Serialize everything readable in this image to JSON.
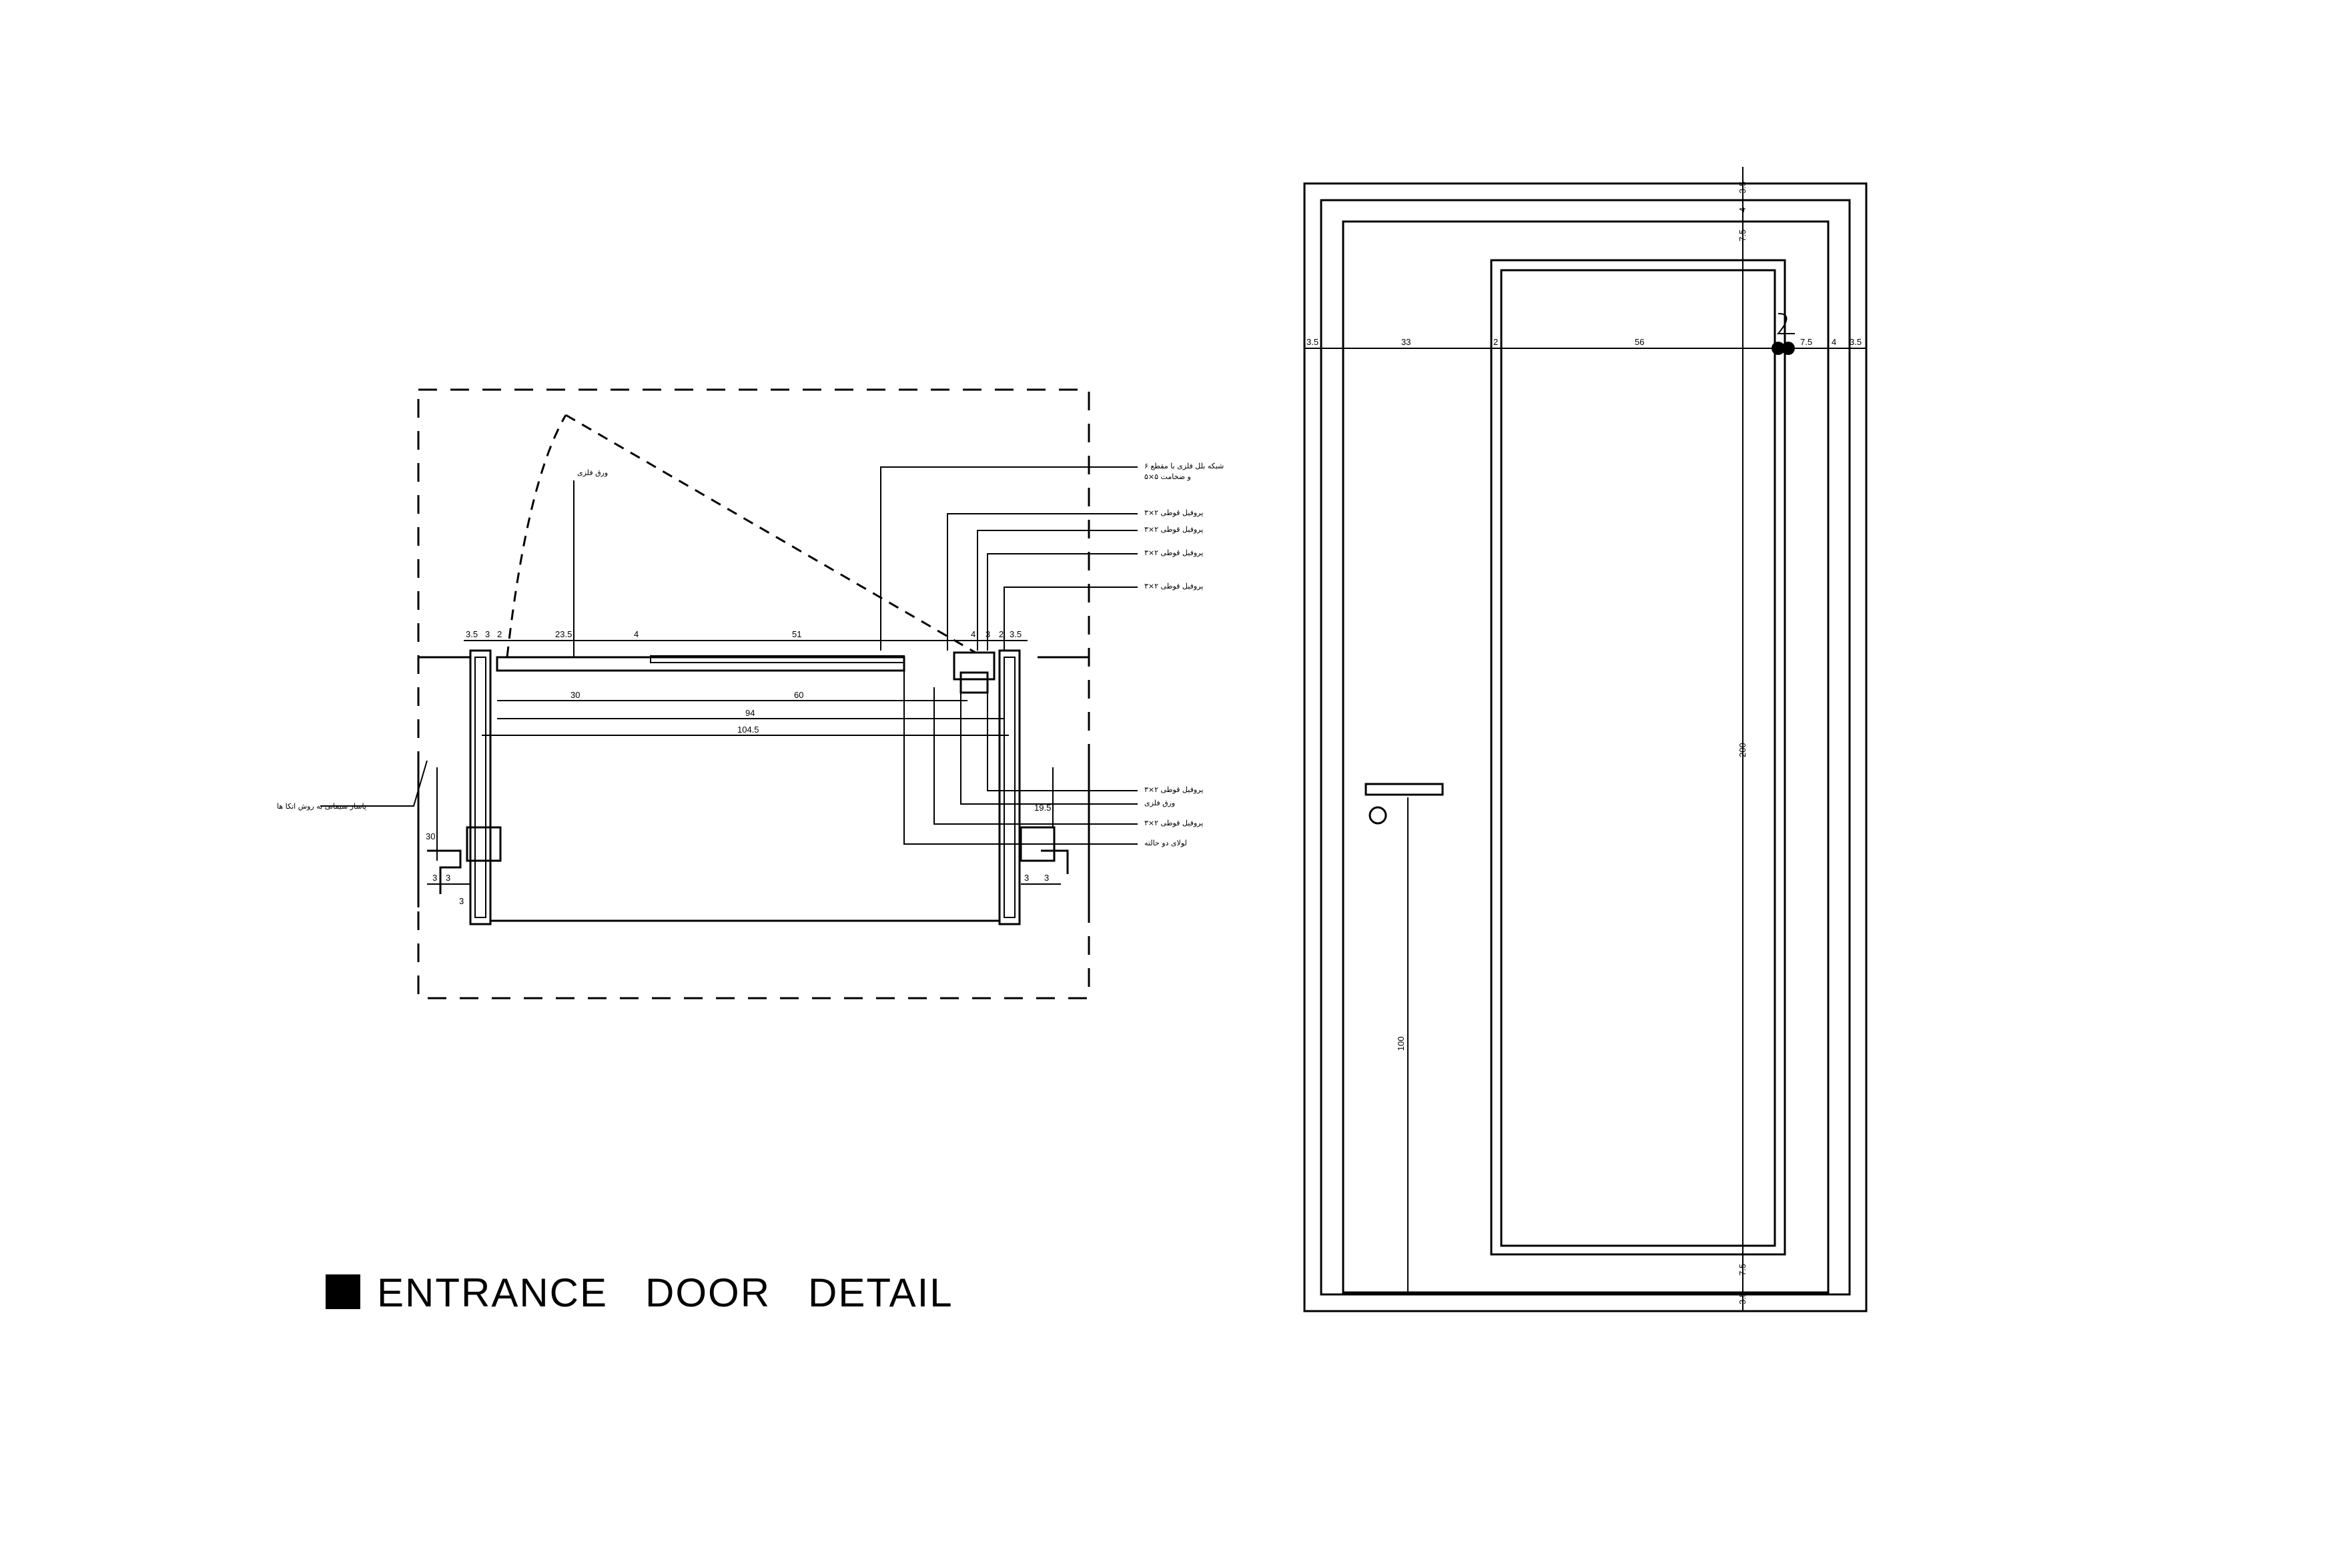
{
  "title": "ENTRANCE   DOOR   DETAIL",
  "plan": {
    "top_dims": [
      "3.5",
      "3",
      "2",
      "23.5",
      "4",
      "51",
      "4",
      "3",
      "2",
      "3.5"
    ],
    "inner_dims": {
      "left": "30",
      "middle": "60",
      "width_94": "94",
      "width_104_5": "104.5"
    },
    "side_dims": {
      "left_30": "30",
      "right_19_5": "19.5"
    },
    "bottom_dims_left": [
      "3",
      "3",
      "3"
    ],
    "bottom_dims_right": [
      "3",
      "3"
    ],
    "callouts_top": [
      "شبکه بلل فلزی با مقطع ۶",
      "و ضخامت ۵×۵",
      "ورق فلزی",
      "پروفیل قوطی ۲×۳",
      "پروفیل قوطی ۲×۳",
      "پروفیل قوطی ۲×۳",
      "پروفیل قوطی ۲×۳"
    ],
    "callouts_bottom": [
      "پروفیل قوطی ۲×۳",
      "ورق فلزی",
      "پروفیل قوطی ۲×۳",
      "لولای دو حالته"
    ],
    "callout_left": "پاسار سیمانی به روش اتکا ها"
  },
  "elevation": {
    "right_dims_top": [
      "3.5",
      "4",
      "7.5"
    ],
    "right_dims_bottom": [
      "7.5",
      "3.5"
    ],
    "horizontal_dims": [
      "3.5",
      "33",
      "2",
      "56",
      "7.5",
      "4",
      "3.5"
    ],
    "height": "200",
    "handle_height": "100"
  }
}
